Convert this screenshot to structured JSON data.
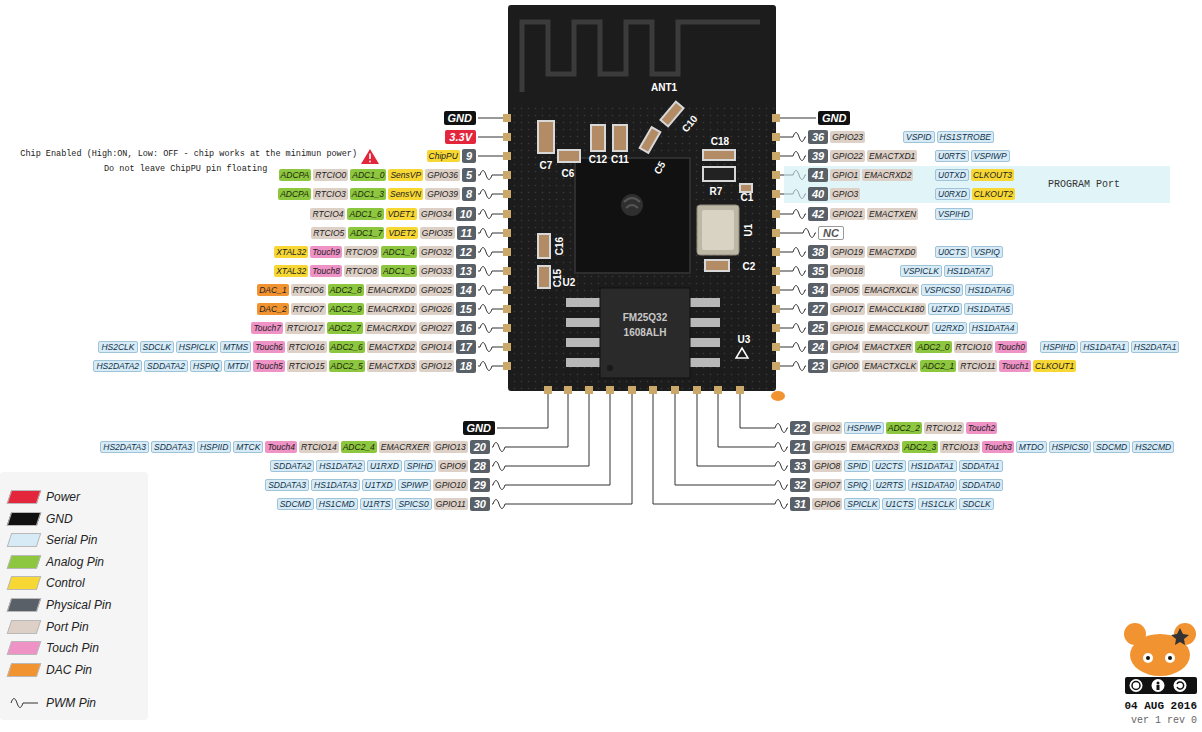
{
  "diagram": {
    "nodes": [
      {
        "text": [
          "PROGRAM Port"
        ]
      }
    ],
    "labels": [
      "Chip Enabled (High:ON, Low: OFF - chip works at the minimun power)",
      "Do not leave ChipPU pin floating",
      "GND",
      "3.3V",
      "ChipPU",
      "9",
      "ADCPA",
      "RTCIO0",
      "ADC1_0",
      "SensVP",
      "GPIO36",
      "5",
      "ADCPA",
      "RTCIO3",
      "ADC1_3",
      "SensVN",
      "GPIO39",
      "8",
      "RTCIO4",
      "ADC1_6",
      "VDET1",
      "GPIO34",
      "10",
      "RTCIO5",
      "ADC1_7",
      "VDET2",
      "GPIO35",
      "11",
      "XTAL32",
      "Touch9",
      "RTCIO9",
      "ADC1_4",
      "GPIO32",
      "12",
      "XTAL32",
      "Touch8",
      "RTCIO8",
      "ADC1_5",
      "GPIO33",
      "13",
      "DAC_1",
      "RTCIO6",
      "ADC2_8",
      "EMACRXD0",
      "GPIO25",
      "14",
      "DAC_2",
      "RTCIO7",
      "ADC2_9",
      "EMACRXD1",
      "GPIO26",
      "15",
      "Touch7",
      "RTCIO17",
      "ADC2_7",
      "EMACRXDV",
      "GPIO27",
      "16",
      "HS2CLK",
      "SDCLK",
      "HSPICLK",
      "MTMS",
      "Touch6",
      "RTCIO16",
      "ADC2_6",
      "EMACTXD2",
      "GPIO14",
      "17",
      "HS2DATA2",
      "SDDATA2",
      "HSPIQ",
      "MTDI",
      "Touch5",
      "RTCIO15",
      "ADC2_5",
      "EMACTXD3",
      "GPIO12",
      "18",
      "GND",
      "36",
      "GPIO23",
      "VSPID",
      "HS1STROBE",
      "39",
      "GPIO22",
      "EMACTXD1",
      "U0RTS",
      "VSPIWP",
      "41",
      "GPIO1",
      "EMACRXD2",
      "U0TXD",
      "CLKOUT3",
      "40",
      "GPIO3",
      "U0RXD",
      "CLKOUT2",
      "42",
      "GPIO21",
      "EMACTXEN",
      "VSPIHD",
      "NC",
      "38",
      "GPIO19",
      "EMACTXD0",
      "U0CTS",
      "VSPIQ",
      "35",
      "GPIO18",
      "VSPICLK",
      "HS1DATA7",
      "34",
      "GPIO5",
      "EMACRXCLK",
      "VSPICS0",
      "HS1DATA6",
      "27",
      "GPIO17",
      "EMACCLK180",
      "U2TXD",
      "HS1DATA5",
      "25",
      "GPIO16",
      "EMACCLKOUT",
      "U2RXD",
      "HS1DATA4",
      "24",
      "GPIO4",
      "EMACTXER",
      "ADC2_0",
      "RTCIO10",
      "Touch0",
      "HSPIHD",
      "HS1DATA1",
      "HS2DATA1",
      "23",
      "GPIO0",
      "EMACTXCLK",
      "ADC2_1",
      "RTCIO11",
      "Touch1",
      "CLKOUT1",
      "GND",
      "HS2DATA3",
      "SDDATA3",
      "HSPIID",
      "MTCK",
      "Touch4",
      "RTCIO14",
      "ADC2_4",
      "EMACRXER",
      "GPIO13",
      "20",
      "SDDATA2",
      "HS1DATA2",
      "U1RXD",
      "SPIHD",
      "GPIO9",
      "28",
      "SDDATA3",
      "HS1DATA3",
      "U1TXD",
      "SPIWP",
      "GPIO10",
      "29",
      "SDCMD",
      "HS1CMD",
      "U1RTS",
      "SPICS0",
      "GPIO11",
      "30",
      "22",
      "GPIO2",
      "HSPIWP",
      "ADC2_2",
      "RTCIO12",
      "Touch2",
      "21",
      "GPIO15",
      "EMACRXD3",
      "ADC2_3",
      "RTCIO13",
      "Touch3",
      "MTDO",
      "HSPICS0",
      "SDCMD",
      "HS2CMD",
      "33",
      "GPIO8",
      "SPID",
      "U2CTS",
      "HS1DATA1",
      "SDDATA1",
      "32",
      "GPIO7",
      "SPIQ",
      "U2RTS",
      "HS1DATA0",
      "SDDATA0",
      "31",
      "GPIO6",
      "SPICLK",
      "U1CTS",
      "HS1CLK",
      "SDCLK",
      "ANT1",
      "C7",
      "C6",
      "C12",
      "C11",
      "C10",
      "C5",
      "C18",
      "R7",
      "C1",
      "U1",
      "C16",
      "C15",
      "U2",
      "C2",
      "U3",
      "FM25Q32",
      "1608ALH",
      "04 AUG 2016",
      "ver 1 rev 0"
    ],
    "legend": [
      {
        "text": "Power",
        "color": "#e3263b"
      },
      {
        "text": "GND",
        "color": "#111111"
      },
      {
        "text": "Serial Pin",
        "color": "#d7ebf6"
      },
      {
        "text": "Analog Pin",
        "color": "#8dc63f"
      },
      {
        "text": "Control",
        "color": "#f7d733"
      },
      {
        "text": "Physical Pin",
        "color": "#5a6067"
      },
      {
        "text": "Port Pin",
        "color": "#ddd0c6"
      },
      {
        "text": "Touch Pin",
        "color": "#ef92c6"
      },
      {
        "text": "DAC Pin",
        "color": "#f29331"
      },
      {
        "text": "PWM Pin"
      }
    ]
  }
}
